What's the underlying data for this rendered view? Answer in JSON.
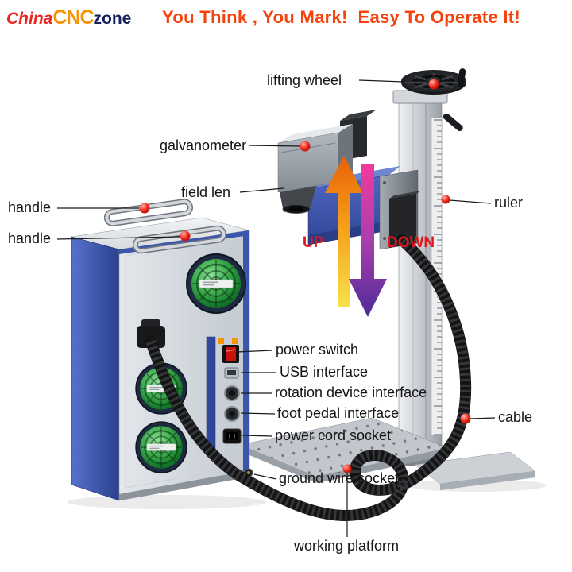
{
  "logo": {
    "china": "China",
    "cnc": "CNC",
    "zone": "zone"
  },
  "headline": "You Think , You Mark!  Easy To Operate It!",
  "annotations": {
    "lifting_wheel": "lifting wheel",
    "galvanometer": "galvanometer",
    "field_len": "field len",
    "handle_top": "handle",
    "handle_bottom": "handle",
    "ruler": "ruler",
    "up": "UP",
    "down": "DOWN",
    "power_switch": "power switch",
    "usb_interface": "USB interface",
    "rotation_device_interface": "rotation device interface",
    "foot_pedal_interface": "foot pedal interface",
    "power_cord_socket": "power cord socket",
    "ground_wire_socket": "ground wire socket",
    "cable": "cable",
    "working_platform": "working platform"
  },
  "colors": {
    "headline_orange": "#f4430d",
    "logo_red": "#e8251f",
    "logo_orange": "#f59300",
    "logo_navy": "#16215c",
    "annotation_text": "#141414",
    "annotation_dot_red": "#e01000",
    "up_down_text_red": "#e0161c",
    "machine_blue": "#3b57ad",
    "machine_silver": "#c9ccd2",
    "fan_green": "#2f9e3f",
    "arrow_up_gradient": [
      "#e8610a",
      "#f8e14e"
    ],
    "arrow_down_gradient": [
      "#f23a9e",
      "#4e2b97"
    ]
  }
}
